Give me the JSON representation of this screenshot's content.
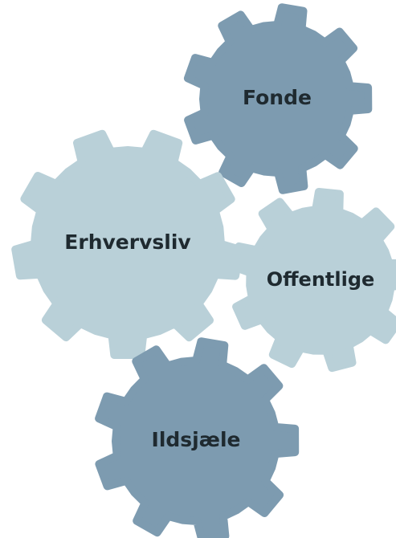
{
  "colors": {
    "background": "#ffffff",
    "dark_gear": "#7d9bb0",
    "light_gear": "#b9d0d8",
    "label_text": "#1f2a30"
  },
  "gears": [
    {
      "id": "fonde",
      "label": "Fonde",
      "shade": "dark"
    },
    {
      "id": "erhvervsliv",
      "label": "Erhvervsliv",
      "shade": "light"
    },
    {
      "id": "offentlige",
      "label": "Offentlige",
      "shade": "light"
    },
    {
      "id": "ildsjaele",
      "label": "Ildsjæle",
      "shade": "dark"
    }
  ]
}
